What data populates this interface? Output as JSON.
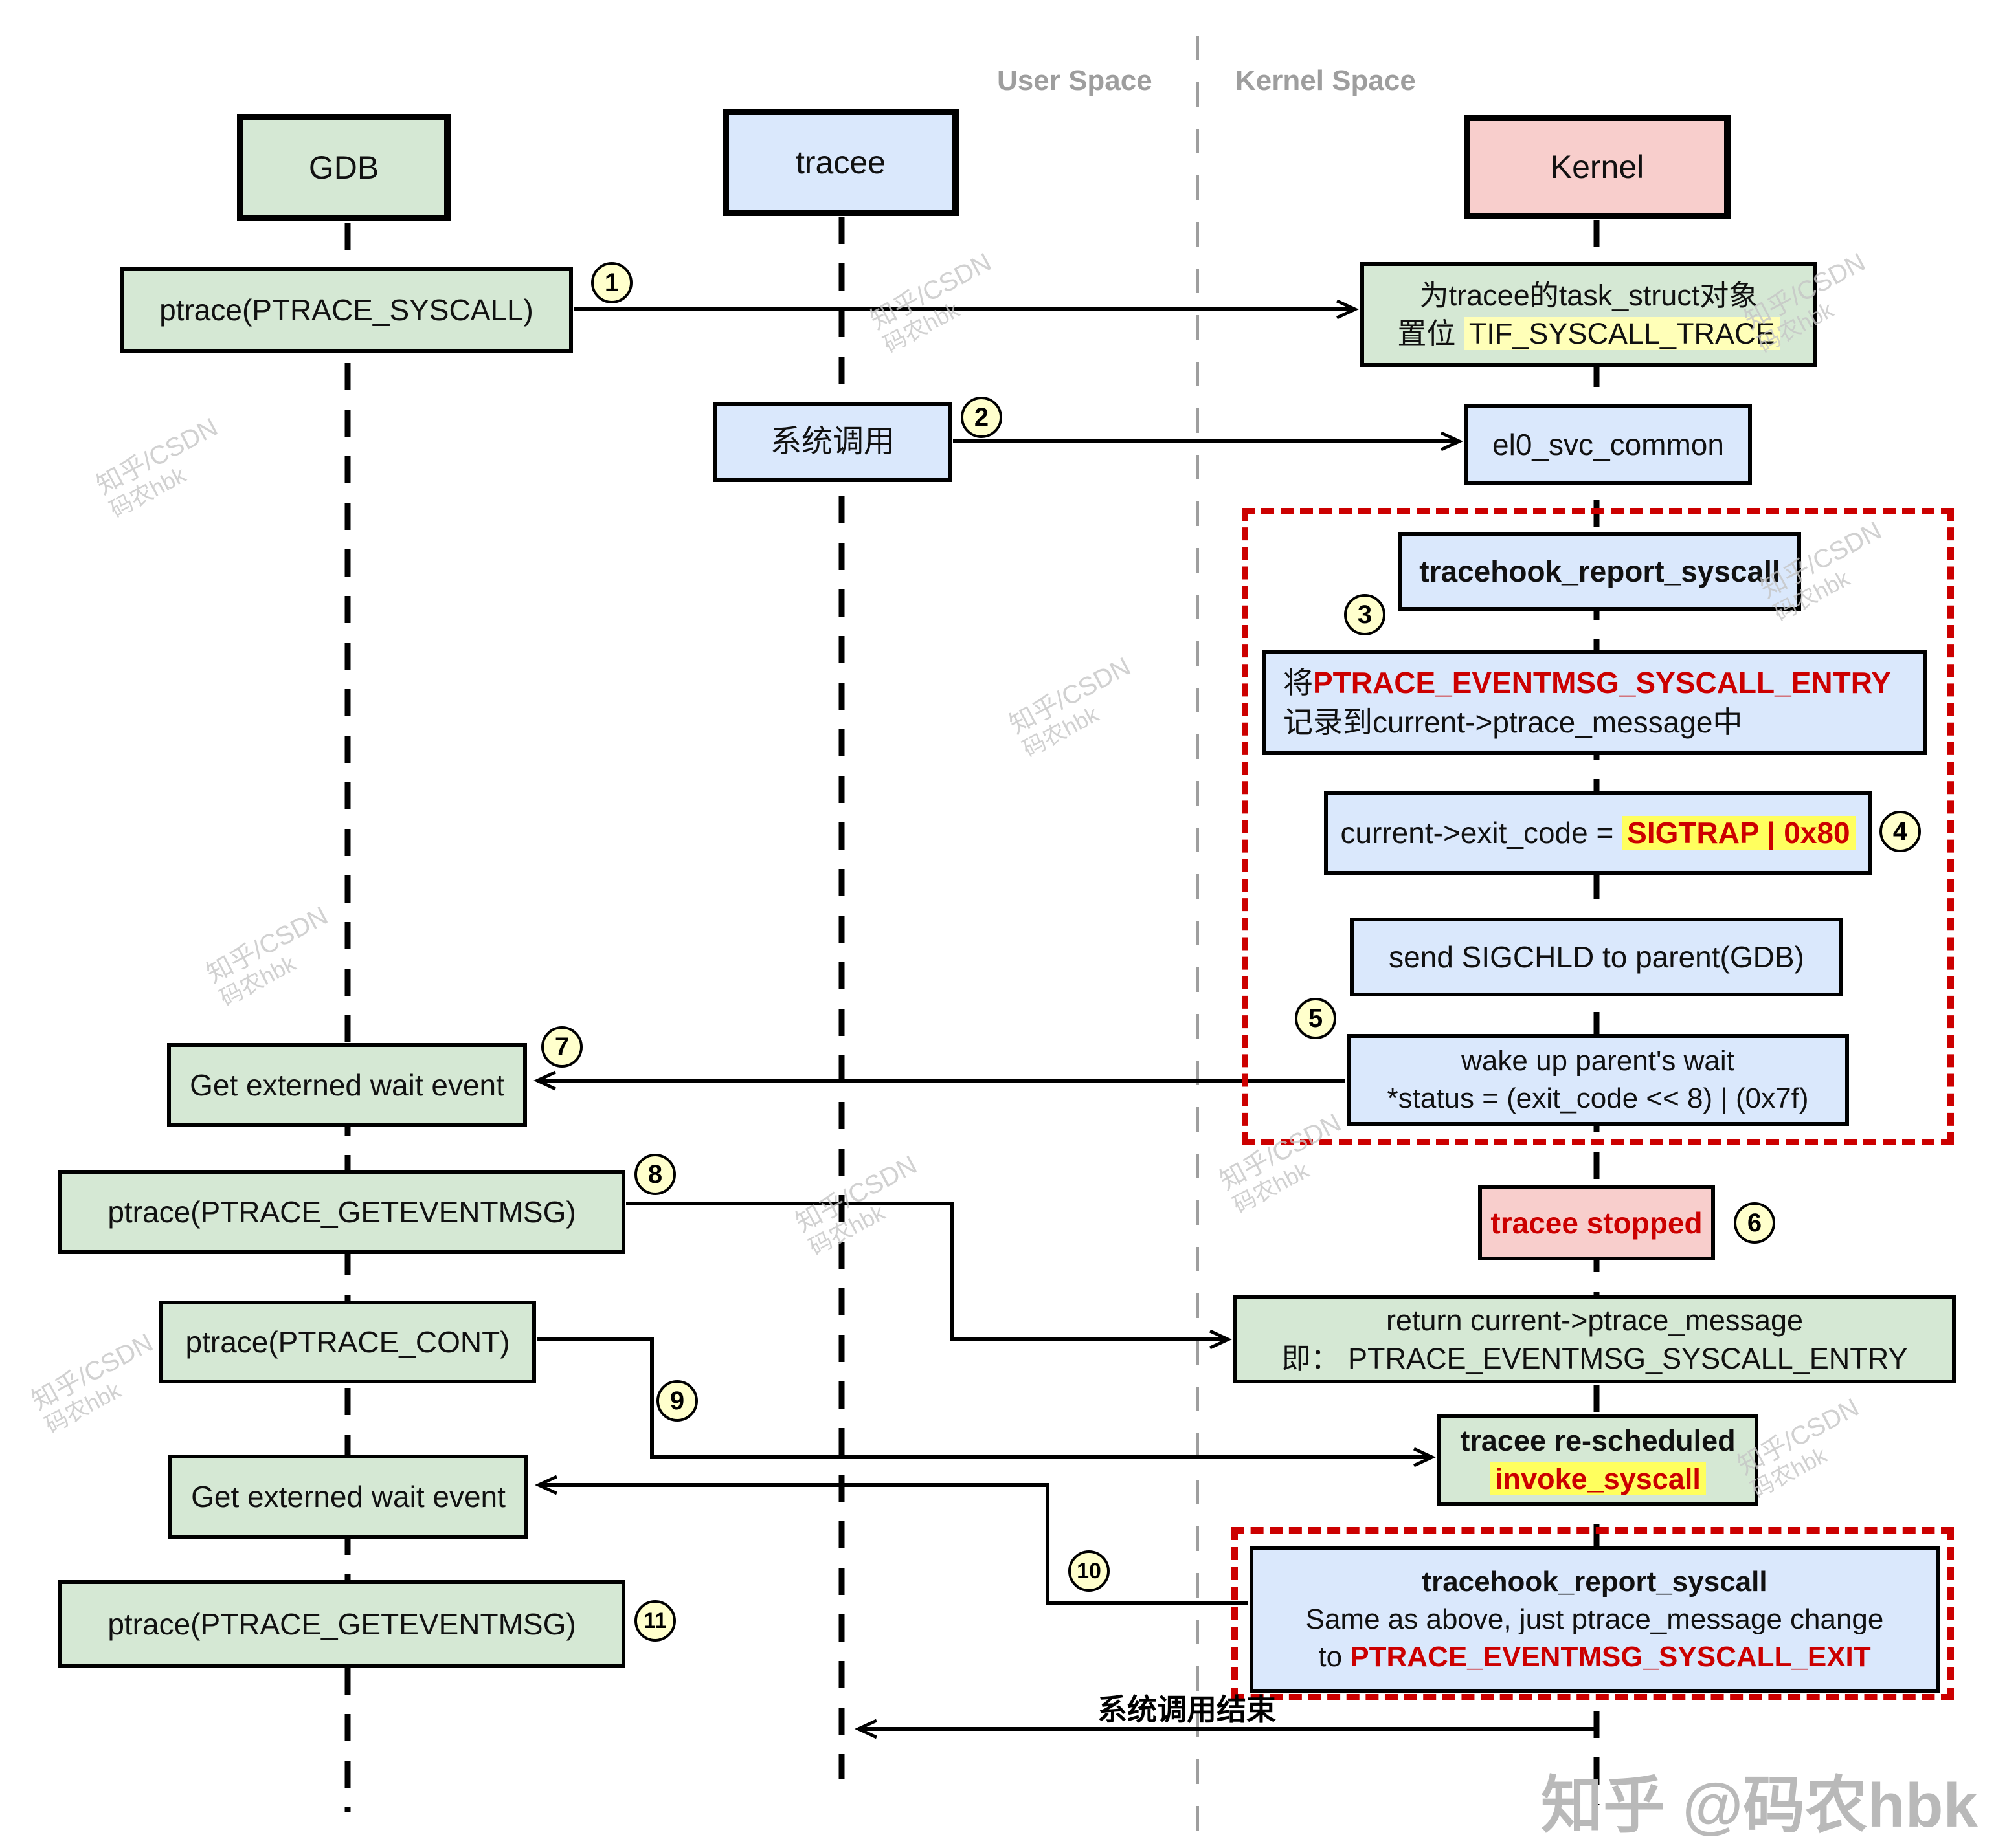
{
  "watermark": {
    "line1": "知乎/CSDN",
    "line2": "码农hbk",
    "footer": "知乎 @码农hbk"
  },
  "spaces": {
    "user": "User Space",
    "kernel": "Kernel Space"
  },
  "actors": {
    "gdb": "GDB",
    "tracee": "tracee",
    "kernel": "Kernel"
  },
  "steps": [
    "1",
    "2",
    "3",
    "4",
    "5",
    "6",
    "7",
    "8",
    "9",
    "10",
    "11"
  ],
  "boxes": {
    "ptrace_syscall": "ptrace(PTRACE_SYSCALL)",
    "task_struct_line1": "为tracee的task_struct对象",
    "task_struct_prefix": "置位 ",
    "task_struct_flag": "TIF_SYSCALL_TRACE",
    "syscall_cn": "系统调用",
    "el0": "el0_svc_common",
    "tracehook1": "tracehook_report_syscall",
    "entry_prefix": "将",
    "entry_flag": "PTRACE_EVENTMSG_SYSCALL_ENTRY",
    "entry_line2": "记录到current->ptrace_message中",
    "exit_code_prefix": "current->exit_code = ",
    "exit_code_value": "SIGTRAP | 0x80",
    "sigchld": "send SIGCHLD to parent(GDB)",
    "wake_line1": "wake up parent's wait",
    "wake_line2": "*status = (exit_code << 8) | (0x7f)",
    "get_wait_1": "Get externed wait event",
    "geteventmsg_1": "ptrace(PTRACE_GETEVENTMSG)",
    "tracee_stopped": "tracee stopped",
    "return_line1": "return current->ptrace_message",
    "return_line2": "即： PTRACE_EVENTMSG_SYSCALL_ENTRY",
    "ptrace_cont": "ptrace(PTRACE_CONT)",
    "resched_line1": "tracee re-scheduled",
    "resched_flag": "invoke_syscall",
    "get_wait_2": "Get externed wait event",
    "tracehook2_line1": "tracehook_report_syscall",
    "tracehook2_line2": "Same as above, just ptrace_message change",
    "tracehook2_prefix": "to ",
    "tracehook2_flag": "PTRACE_EVENTMSG_SYSCALL_EXIT",
    "geteventmsg_2": "ptrace(PTRACE_GETEVENTMSG)",
    "syscall_end": "系统调用结束"
  },
  "colors": {
    "actor_green": "#d5e8d4",
    "actor_blue": "#dae8fc",
    "actor_pink": "#f8cecc",
    "step_circle": "#ffffcc",
    "highlight_pale": "#ffffb8",
    "highlight_bright": "#ffff5e",
    "red_text": "#cc0000",
    "red_dash_border": "#cc0000",
    "space_label_gray": "#9e9e9e",
    "watermark_gray": "#c6c6c6"
  }
}
